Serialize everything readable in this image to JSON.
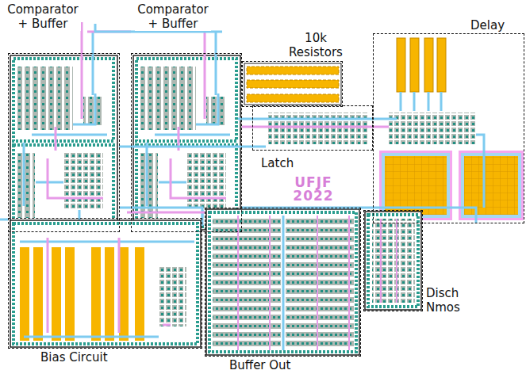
{
  "diagram": {
    "nodes": [
      {
        "text": [
          "Comparator + Buffer"
        ]
      },
      {
        "text": [
          "Comparator + Buffer"
        ]
      },
      {
        "text": [
          "10k Resistors"
        ]
      },
      {
        "text": [
          "Latch"
        ]
      },
      {
        "text": [
          "Delay"
        ]
      },
      {
        "text": [
          "Bias Circuit"
        ]
      },
      {
        "text": [
          "Buffer Out"
        ]
      },
      {
        "text": [
          "Disch Nmos"
        ]
      }
    ],
    "labels": [
      "UFJF 2022"
    ]
  }
}
